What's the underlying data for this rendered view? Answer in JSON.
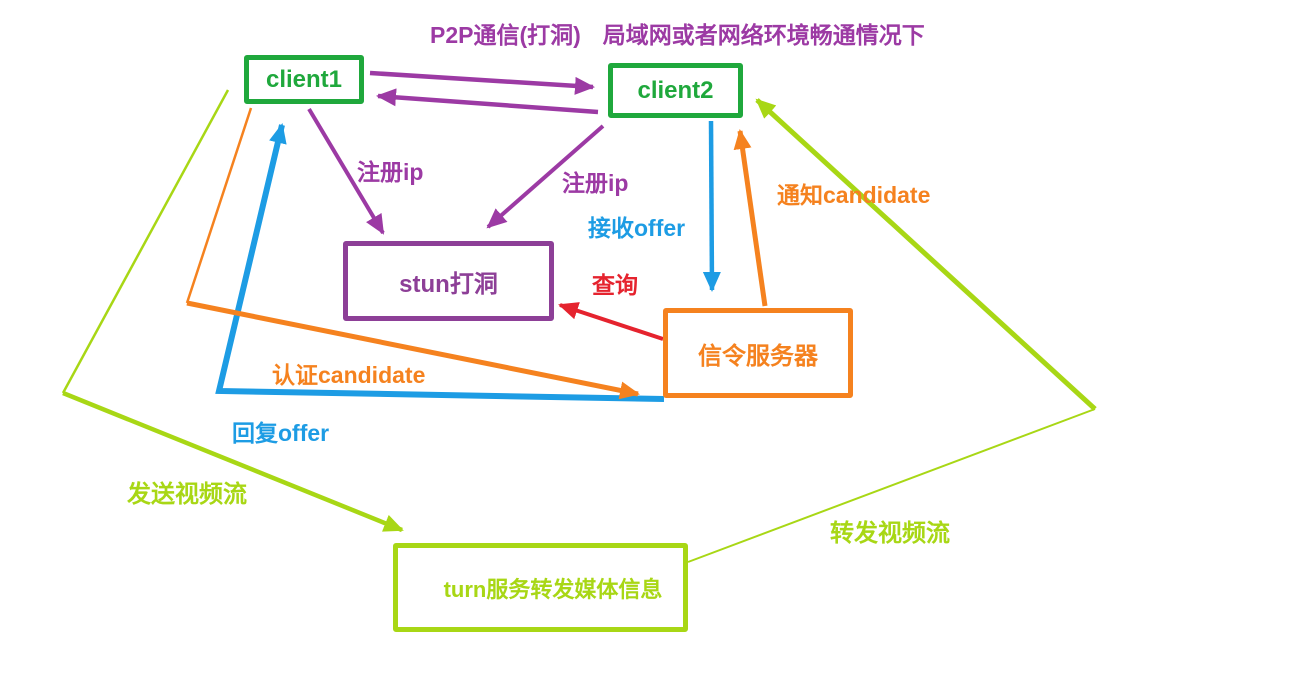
{
  "title": {
    "part1": "P2P通信(打洞)",
    "part2": "局域网或者网络环境畅通情况下"
  },
  "nodes": {
    "client1": {
      "label": "client1"
    },
    "client2": {
      "label": "client2"
    },
    "stun": {
      "label": "stun打洞"
    },
    "signal": {
      "label": "信令服务器"
    },
    "turn": {
      "label": "turn服务转发媒体信息"
    }
  },
  "labels": {
    "reg_ip_1": "注册ip",
    "reg_ip_2": "注册ip",
    "recv_offer": "接收offer",
    "query": "查询",
    "notify_candidate": "通知candidate",
    "auth_candidate": "认证candidate",
    "reply_offer": "回复offer",
    "send_video": "发送视频流",
    "forward_video": "转发视频流"
  },
  "colors": {
    "client_green": "#1fa83c",
    "lime_green": "#a8d715",
    "purple": "#9c3aa4",
    "stun_purple": "#8d3f97",
    "blue": "#1d9ce4",
    "orange": "#f5821f",
    "red": "#e5232e"
  }
}
